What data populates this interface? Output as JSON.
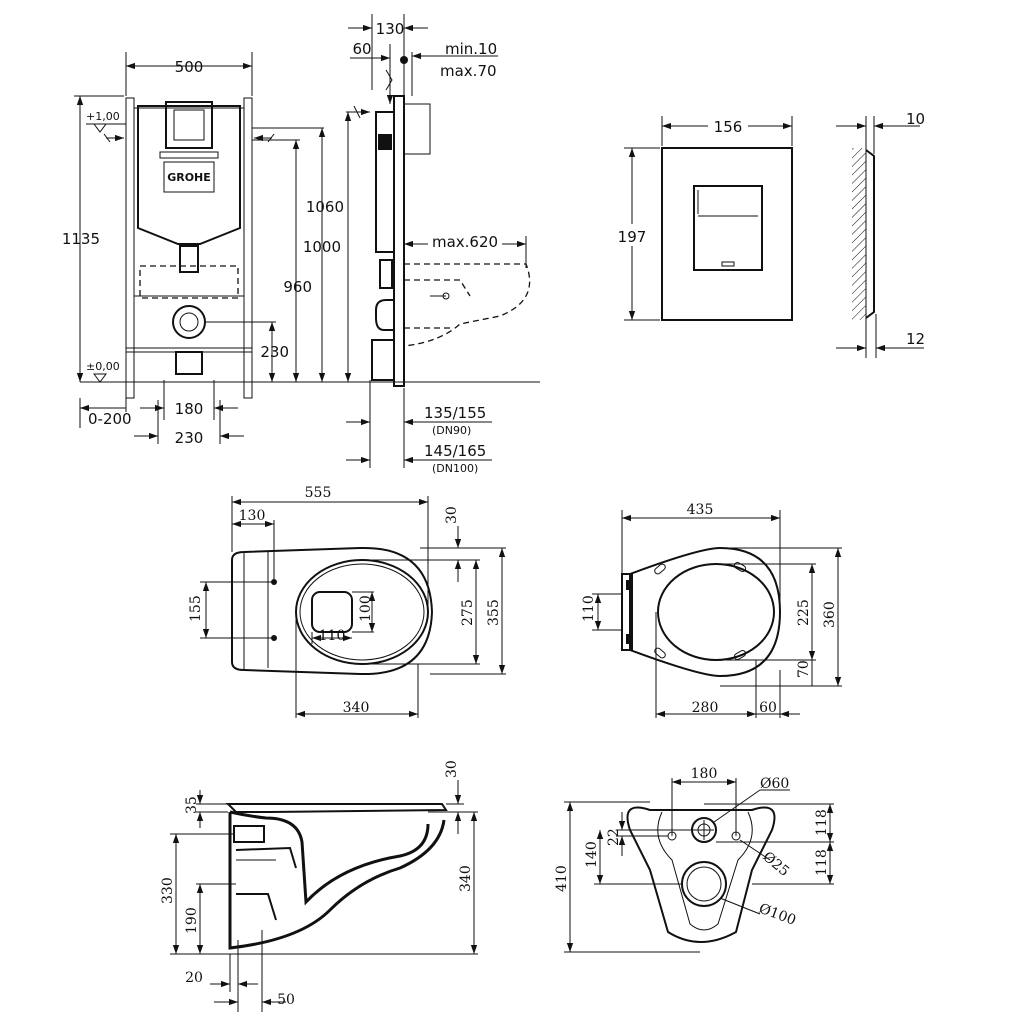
{
  "front_view": {
    "frame_width": "500",
    "total_height": "1135",
    "upper_level": "+1,00",
    "floor_level": "±0,00",
    "height_1060": "1060",
    "height_1000": "1000",
    "height_960": "960",
    "height_230": "230",
    "adjust_range": "0-200",
    "width_180": "180",
    "width_230": "230",
    "brand": "GROHE"
  },
  "side_view": {
    "depth_130": "130",
    "depth_60": "60",
    "wall_min": "min.10",
    "wall_max": "max.70",
    "projection_max": "max.620",
    "drain_dn90": "135/155",
    "drain_dn90_label": "(DN90)",
    "drain_dn100": "145/165",
    "drain_dn100_label": "(DN100)"
  },
  "flush_plate": {
    "width": "156",
    "height": "197",
    "thickness_10": "10",
    "thickness_12": "12"
  },
  "bowl_top": {
    "length": "555",
    "bolt_offset": "130",
    "seat_gap": "30",
    "bolt_spacing": "155",
    "outlet_100": "100",
    "outlet_110": "110",
    "bowl_275": "275",
    "bowl_355": "355",
    "bowl_340": "340"
  },
  "seat_top": {
    "width": "435",
    "hinge_110": "110",
    "ring_225": "225",
    "overall_360": "360",
    "offset_70": "70",
    "ring_280": "280",
    "rear_60": "60"
  },
  "bowl_side": {
    "top_30": "30",
    "seat_35": "35",
    "height_330": "330",
    "height_190": "190",
    "height_340": "340",
    "base_20": "20",
    "base_50": "50"
  },
  "bowl_rear": {
    "bolt_spacing": "180",
    "water_inlet": "Ø60",
    "offset_22": "22",
    "vertical_140": "140",
    "bolt_diameter": "Ø25",
    "rear_118_top": "118",
    "rear_118_bottom": "118",
    "height_410": "410",
    "outlet_diameter": "Ø100"
  }
}
